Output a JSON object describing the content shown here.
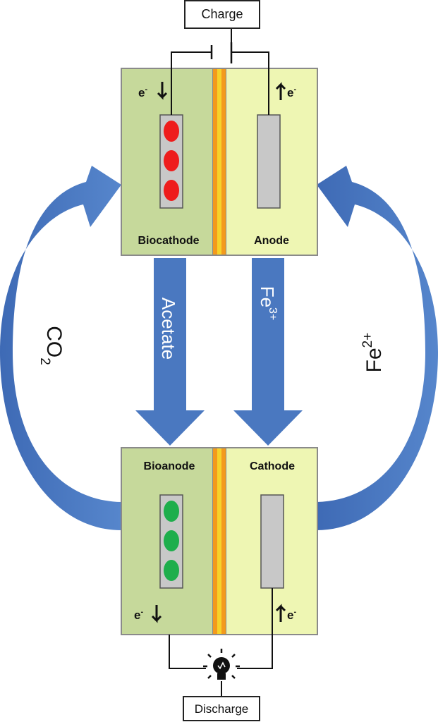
{
  "top_cell": {
    "left_label": "Biocathode",
    "right_label": "Anode",
    "electron_left": "e",
    "electron_right": "e",
    "electron_sup": "-",
    "power_label": "Charge"
  },
  "bottom_cell": {
    "left_label": "Bioanode",
    "right_label": "Cathode",
    "electron_left": "e",
    "electron_right": "e",
    "electron_sup": "-",
    "power_label": "Discharge"
  },
  "flows": {
    "down_left": "Acetate",
    "down_right_base": "Fe",
    "down_right_sup": "3+",
    "loop_left_base": "CO",
    "loop_left_sub": "2",
    "loop_right_base": "Fe",
    "loop_right_sup": "2+"
  },
  "colors": {
    "cell_dark": "#c6d99b",
    "cell_light": "#eef6b3",
    "membrane_orange": "#f39a1c",
    "membrane_yellow": "#f6d22a",
    "arrow_blue": "#4a78c0",
    "red_cells": "#ee1c1c",
    "green_cells": "#1eae4c",
    "electrode_grey": "#c8c8c8"
  },
  "icons": [
    "lightbulb-icon"
  ]
}
